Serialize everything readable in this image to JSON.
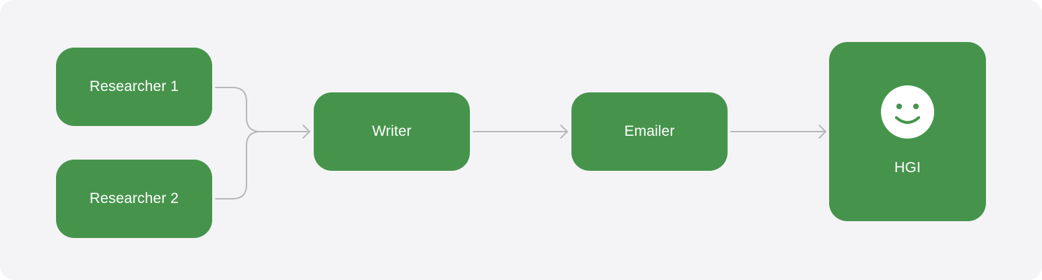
{
  "nodes": {
    "researcher_1": {
      "label": "Researcher 1"
    },
    "researcher_2": {
      "label": "Researcher 2"
    },
    "writer": {
      "label": "Writer"
    },
    "emailer": {
      "label": "Emailer"
    },
    "hgi": {
      "label": "HGI",
      "icon": "smiley-face-icon"
    }
  },
  "colors": {
    "background": "#f4f4f6",
    "node_fill": "#46944c",
    "node_text": "#ffffff",
    "connector": "#b8b8bc"
  }
}
